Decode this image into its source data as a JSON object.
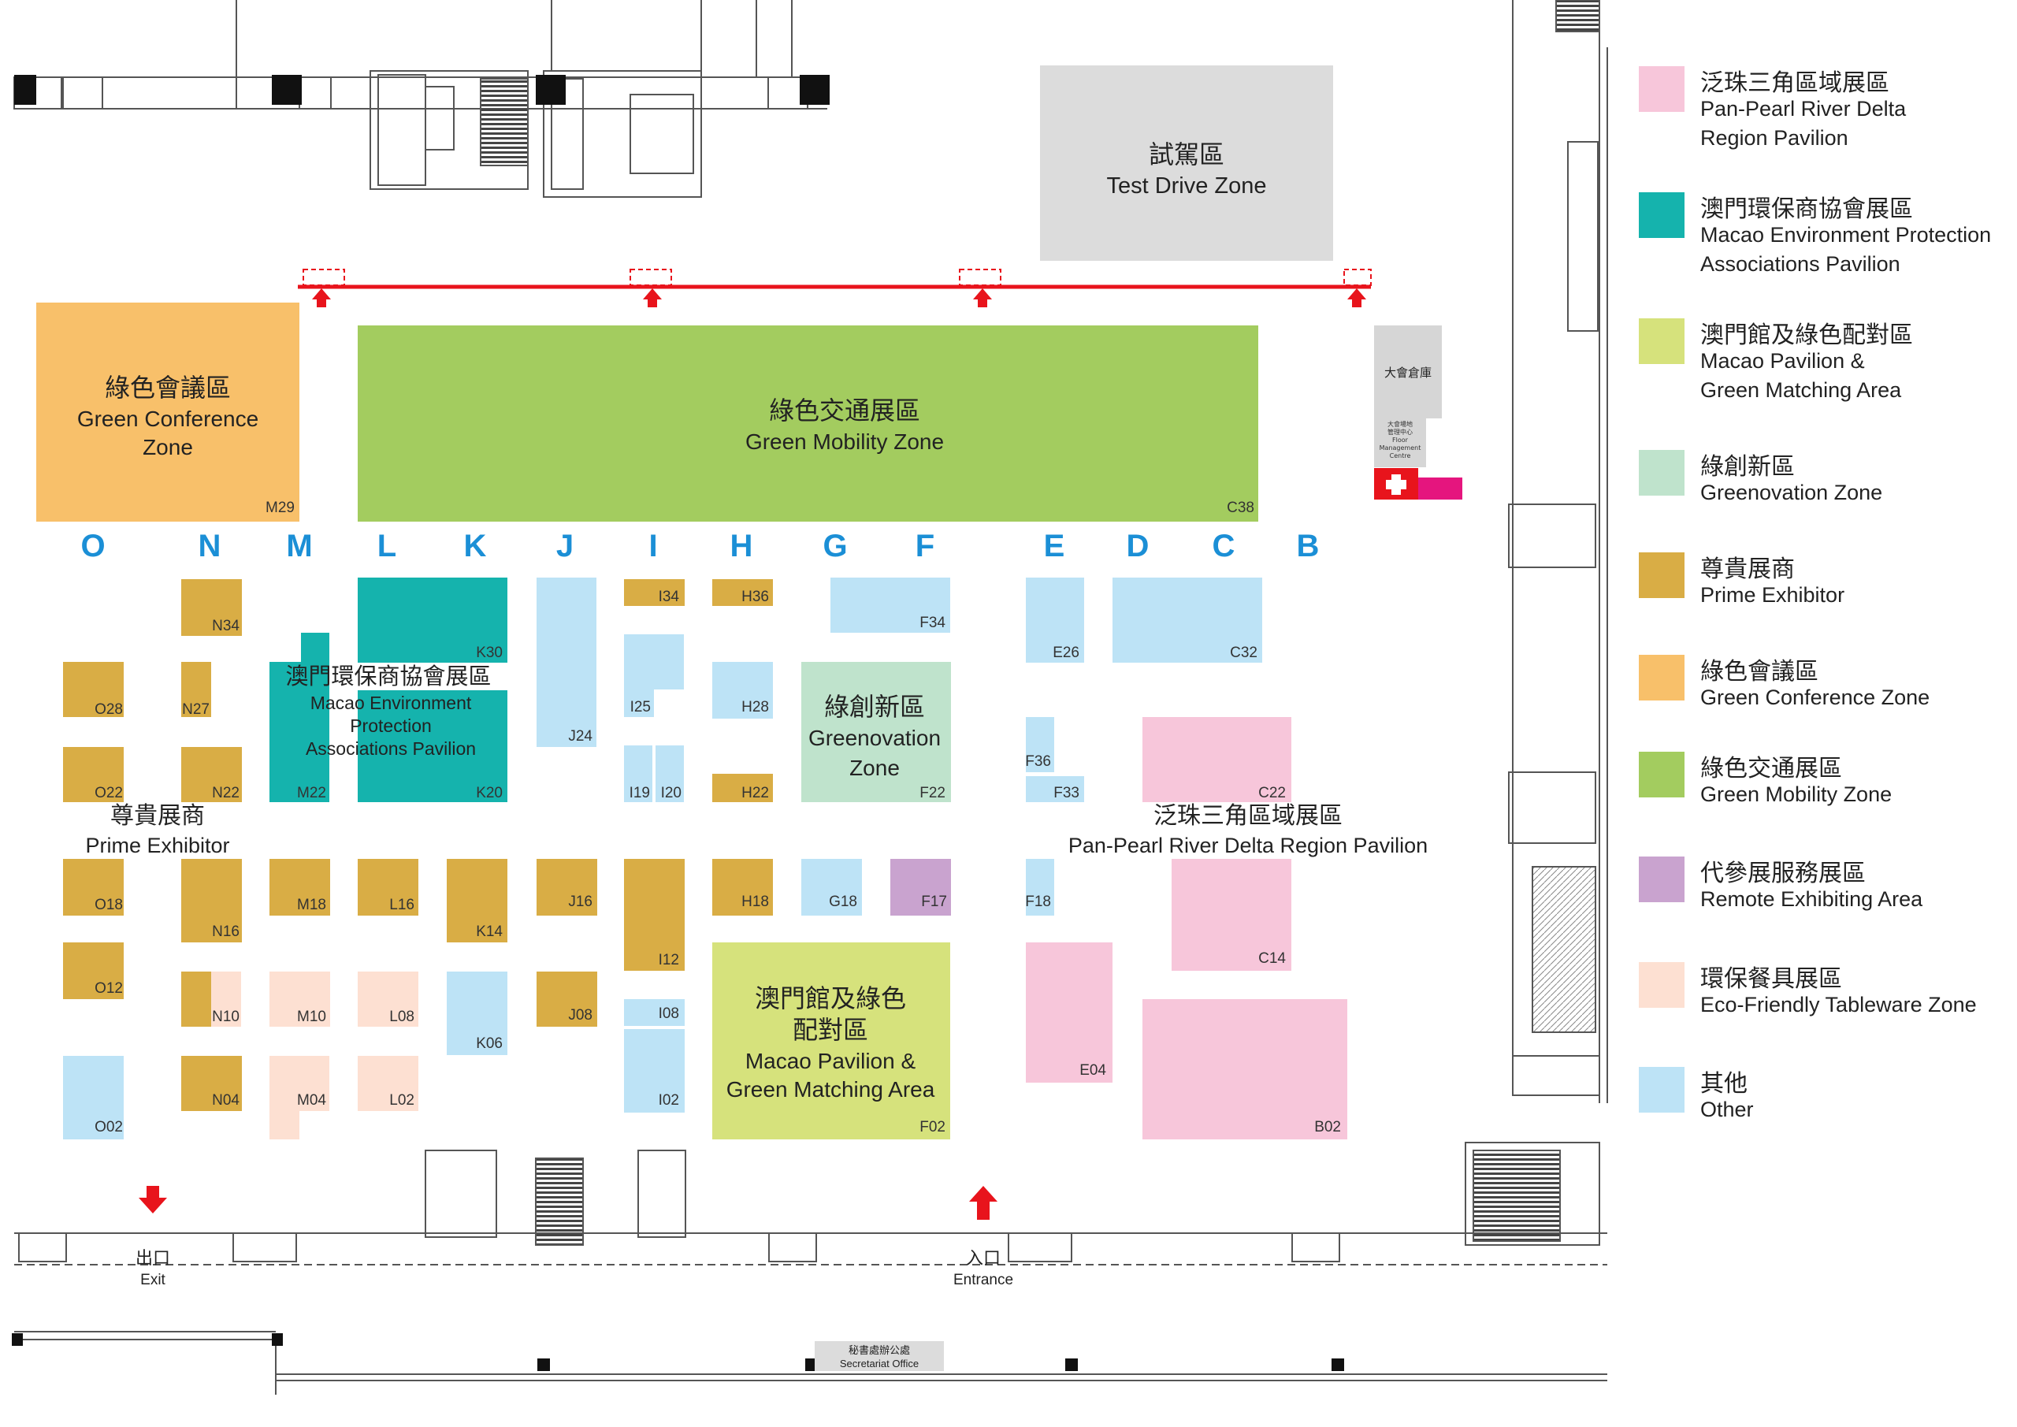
{
  "colors": {
    "pink": "#f7c6da",
    "teal": "#15b3ad",
    "lime": "#d6e27c",
    "mint": "#bfe3cc",
    "gold": "#d9ad45",
    "orange": "#f8c06a",
    "green": "#a3cc5f",
    "purple": "#c9a3cf",
    "peach": "#fde0d2",
    "blue": "#bde3f6",
    "gray": "#dcdcdc",
    "red": "#e8141c",
    "columns": "#1b8fd6"
  },
  "columns": [
    "O",
    "N",
    "M",
    "L",
    "K",
    "J",
    "I",
    "H",
    "G",
    "F",
    "E",
    "D",
    "C",
    "B"
  ],
  "zones": {
    "test_drive": {
      "zh": "試駕區",
      "en": "Test Drive Zone"
    },
    "green_conference": {
      "zh": "綠色會議區",
      "en1": "Green Conference",
      "en2": "Zone",
      "code": "M29"
    },
    "green_mobility": {
      "zh": "綠色交通展區",
      "en": "Green Mobility Zone",
      "code": "C38"
    },
    "macao_env": {
      "zh": "澳門環保商協會展區",
      "en1": "Macao Environment",
      "en2": "Protection",
      "en3": "Associations Pavilion"
    },
    "greenovation": {
      "zh": "綠創新區",
      "en1": "Greenovation",
      "en2": "Zone"
    },
    "prime": {
      "zh": "尊貴展商",
      "en": "Prime Exhibitor"
    },
    "pan_pearl": {
      "zh": "泛珠三角區域展區",
      "en": "Pan-Pearl River Delta Region Pavilion"
    },
    "macao_pavilion": {
      "zh1": "澳門館及綠色",
      "zh2": "配對區",
      "en1": "Macao Pavilion &",
      "en2": "Green Matching Area"
    }
  },
  "facilities": {
    "warehouse": "大會倉庫",
    "floor_mgmt": [
      "大會場地",
      "管理中心",
      "Floor",
      "Management",
      "Centre"
    ],
    "exit_zh": "出口",
    "exit_en": "Exit",
    "entrance_zh": "入口",
    "entrance_en": "Entrance",
    "secretariat_zh": "秘書處辦公處",
    "secretariat_en": "Secretariat Office"
  },
  "booth_codes": {
    "N34": "N34",
    "O28": "O28",
    "N27": "N27",
    "O22": "O22",
    "N22": "N22",
    "M22": "M22",
    "K30": "K30",
    "K20": "K20",
    "J24": "J24",
    "I34": "I34",
    "H36": "H36",
    "I25": "I25",
    "H28": "H28",
    "I19": "I19",
    "I20": "I20",
    "H22": "H22",
    "F22": "F22",
    "F34": "F34",
    "E26": "E26",
    "C32": "C32",
    "F36": "F36",
    "F33": "F33",
    "C22": "C22",
    "O18": "O18",
    "N16": "N16",
    "M18": "M18",
    "L16": "L16",
    "K14": "K14",
    "J16": "J16",
    "I12": "I12",
    "H18": "H18",
    "G18": "G18",
    "F17": "F17",
    "F18": "F18",
    "C14": "C14",
    "O12": "O12",
    "N10": "N10",
    "M10": "M10",
    "L08": "L08",
    "K06": "K06",
    "J08": "J08",
    "I08": "I08",
    "O02": "O02",
    "N04": "N04",
    "M04": "M04",
    "L02": "L02",
    "I02": "I02",
    "F02": "F02",
    "E04": "E04",
    "B02": "B02"
  },
  "legend": [
    {
      "color": "#f7c6da",
      "zh": "泛珠三角區域展區",
      "en": [
        "Pan-Pearl River Delta",
        "Region Pavilion"
      ]
    },
    {
      "color": "#15b3ad",
      "zh": "澳門環保商協會展區",
      "en": [
        "Macao Environment Protection",
        "Associations Pavilion"
      ]
    },
    {
      "color": "#d6e27c",
      "zh": "澳門館及綠色配對區",
      "en": [
        "Macao Pavilion &",
        "Green Matching Area"
      ]
    },
    {
      "color": "#bfe3cc",
      "zh": "綠創新區",
      "en": [
        "Greenovation Zone"
      ]
    },
    {
      "color": "#d9ad45",
      "zh": "尊貴展商",
      "en": [
        "Prime Exhibitor"
      ]
    },
    {
      "color": "#f8c06a",
      "zh": "綠色會議區",
      "en": [
        "Green Conference Zone"
      ]
    },
    {
      "color": "#a3cc5f",
      "zh": "綠色交通展區",
      "en": [
        "Green Mobility Zone"
      ]
    },
    {
      "color": "#c9a3cf",
      "zh": "代參展服務展區",
      "en": [
        "Remote Exhibiting Area"
      ]
    },
    {
      "color": "#fde0d2",
      "zh": "環保餐具展區",
      "en": [
        "Eco-Friendly Tableware Zone"
      ]
    },
    {
      "color": "#bde3f6",
      "zh": "其他",
      "en": [
        "Other"
      ]
    }
  ]
}
